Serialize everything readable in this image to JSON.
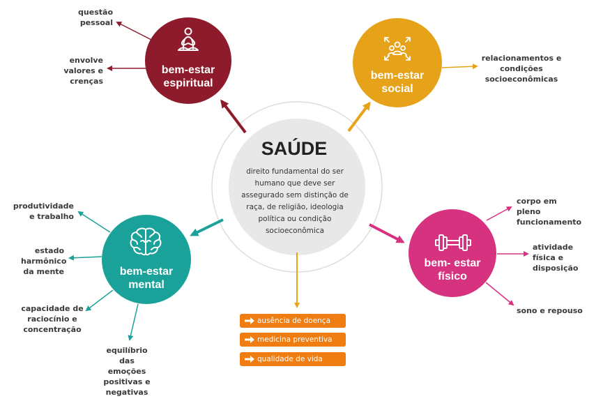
{
  "center": {
    "title": "SAÚDE",
    "description": "direito fundamental do ser humano que deve ser assegurado sem distinção de raça, de religião, ideologia política ou condição socioeconômica"
  },
  "nodes": {
    "spiritual": {
      "title": "bem-estar espiritual",
      "color": "#8e1b2b",
      "icon": "meditation-icon",
      "labels": [
        "questão pessoal",
        "envolve valores e crenças"
      ]
    },
    "social": {
      "title": "bem-estar social",
      "color": "#e6a31a",
      "icon": "people-group-icon",
      "labels": [
        "relacionamentos e condições socioeconômicas"
      ]
    },
    "physical": {
      "title": "bem- estar físico",
      "color": "#d6327f",
      "icon": "dumbbell-icon",
      "labels": [
        "corpo em pleno funcionamento",
        "atividade física e disposição",
        "sono e repouso"
      ]
    },
    "mental": {
      "title": "bem-estar mental",
      "color": "#1aa19a",
      "icon": "brain-icon",
      "labels": [
        "produtividade e trabalho",
        "estado harmônico da mente",
        "capacidade de raciocínio e concentração",
        "equilíbrio das emoções positivas e negativas"
      ]
    }
  },
  "pills": [
    "ausência de doença",
    "medicina preventiva",
    "qualidade de vida"
  ],
  "colors": {
    "pill": "#f07d12",
    "ring": "#dddddd",
    "center_fill": "#e8e8e8"
  }
}
